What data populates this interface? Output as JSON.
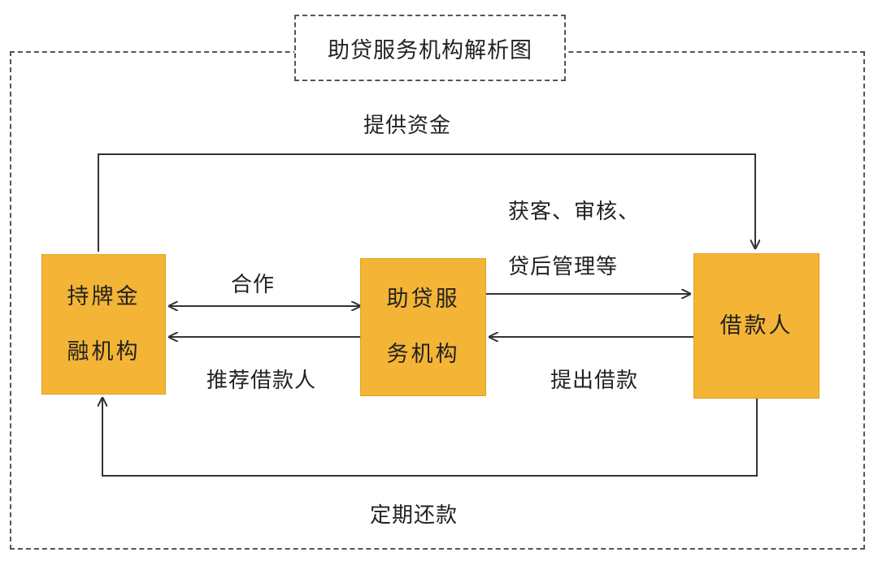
{
  "title": "助贷服务机构解析图",
  "nodes": {
    "left": {
      "line1": "持牌金",
      "line2": "融机构"
    },
    "center": {
      "line1": "助贷服",
      "line2": "务机构"
    },
    "right": {
      "label": "借款人"
    }
  },
  "edges": {
    "provide_funds": "提供资金",
    "cooperation": "合作",
    "recommend_borrower": "推荐借款人",
    "acquisition_line1": "获客、审核、",
    "acquisition_line2": "贷后管理等",
    "apply_loan": "提出借款",
    "scheduled_repayment": "定期还款"
  },
  "colors": {
    "node_fill": "#f4b435",
    "line": "#333333",
    "dashed_border": "#555555"
  }
}
